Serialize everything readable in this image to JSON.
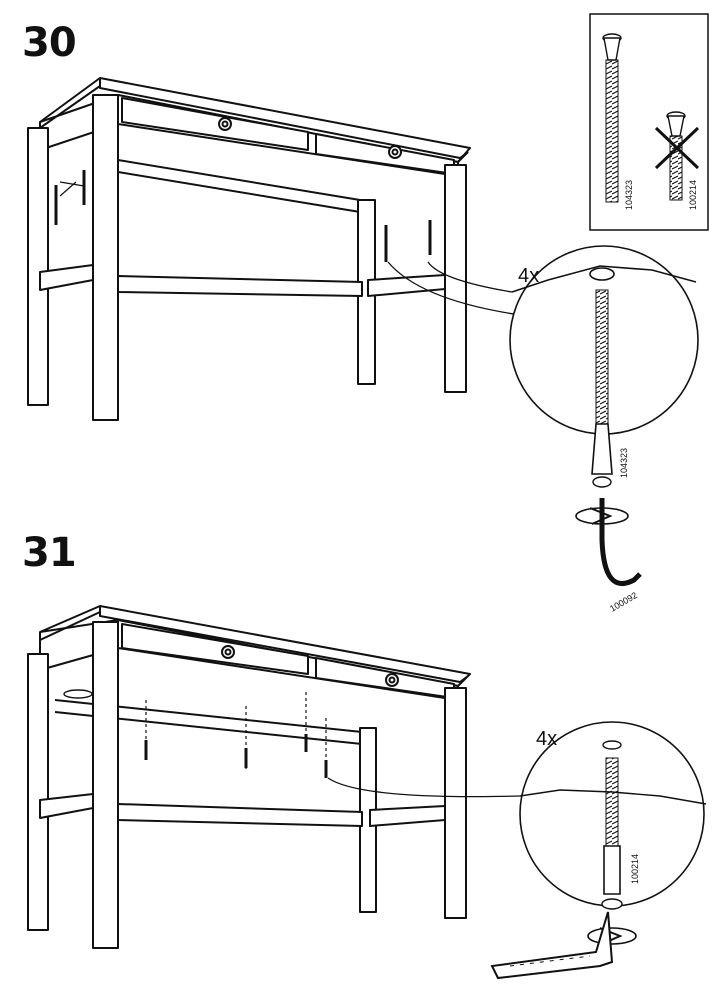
{
  "steps": [
    {
      "number": "30",
      "quantity": "4x",
      "callout_screw_part": "104323",
      "tool_part": "100092",
      "parts_box": {
        "correct_part": "104323",
        "wrong_part": "100214"
      }
    },
    {
      "number": "31",
      "quantity": "4x",
      "callout_screw_part": "100214"
    }
  ]
}
